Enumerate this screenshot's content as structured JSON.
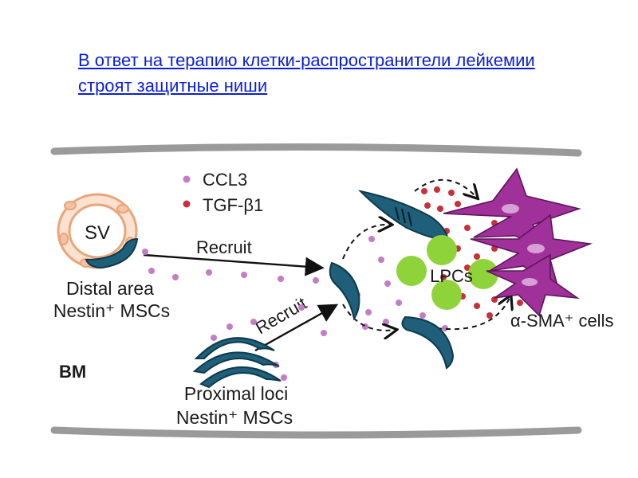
{
  "slide": {
    "title_line1": "В ответ на терапию клетки-распространители лейкемии",
    "title_line2": "строят защитные ниши"
  },
  "diagram": {
    "legend": {
      "ccl3": "CCL3",
      "tgfb1": "TGF-β1",
      "ccl3_color": "#c47cc4",
      "tgfb1_color": "#c8303a"
    },
    "labels": {
      "sv": "SV",
      "recruit_top": "Recruit",
      "recruit_diag": "Recruit",
      "distal_line1": "Distal area",
      "distal_line2": "Nestin⁺ MSCs",
      "proximal_line1": "Proximal loci",
      "proximal_line2": "Nestin⁺ MSCs",
      "lpcs": "LPCs",
      "sma": "α-SMA⁺ cells",
      "bm": "BM"
    },
    "colors": {
      "msc": "#1f5f7a",
      "lpc": "#8fd33a",
      "sma": "#a0309a",
      "vessel": "#e9a57a",
      "bone": "#9a9a9a"
    }
  }
}
